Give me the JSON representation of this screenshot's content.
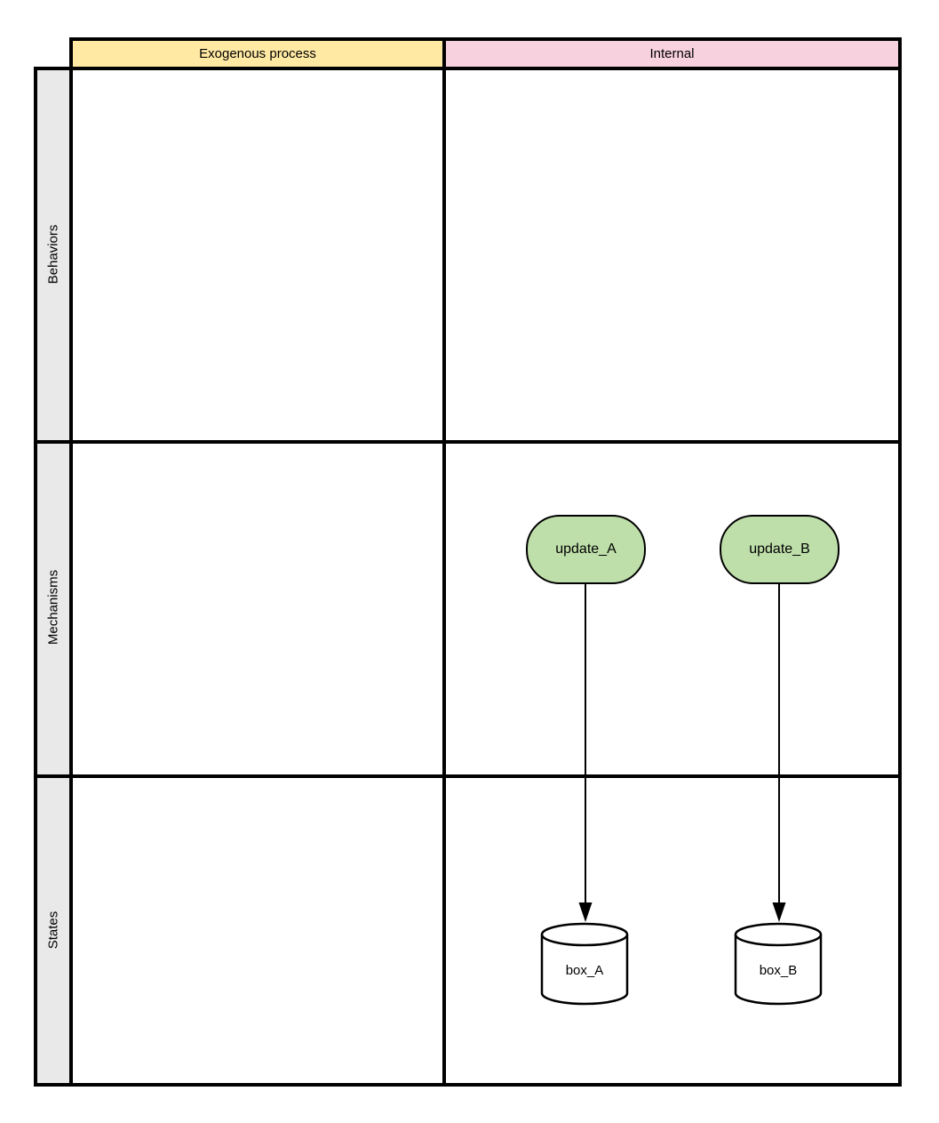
{
  "colors": {
    "header_yellow": "#ffe9a3",
    "header_pink": "#f7d1dd",
    "row_label_gray": "#e9e9e9",
    "node_green": "#bfdfaa",
    "shape_white": "#ffffff",
    "line_black": "#000000"
  },
  "matrix": {
    "column_headers": [
      {
        "id": "exogenous-process",
        "label": "Exogenous process"
      },
      {
        "id": "internal",
        "label": "Internal"
      }
    ],
    "row_headers": [
      {
        "id": "behaviors",
        "label": "Behaviors"
      },
      {
        "id": "mechanisms",
        "label": "Mechanisms"
      },
      {
        "id": "states",
        "label": "States"
      }
    ]
  },
  "nodes": {
    "update_A": {
      "label": "update_A",
      "type": "rounded-process",
      "column": "Internal",
      "row": "Mechanisms"
    },
    "update_B": {
      "label": "update_B",
      "type": "rounded-process",
      "column": "Internal",
      "row": "Mechanisms"
    },
    "box_A": {
      "label": "box_A",
      "type": "cylinder-datastore",
      "column": "Internal",
      "row": "States"
    },
    "box_B": {
      "label": "box_B",
      "type": "cylinder-datastore",
      "column": "Internal",
      "row": "States"
    }
  },
  "edges": [
    {
      "from": "update_A",
      "to": "box_A",
      "style": "solid-arrow-down"
    },
    {
      "from": "update_B",
      "to": "box_B",
      "style": "solid-arrow-down"
    }
  ]
}
